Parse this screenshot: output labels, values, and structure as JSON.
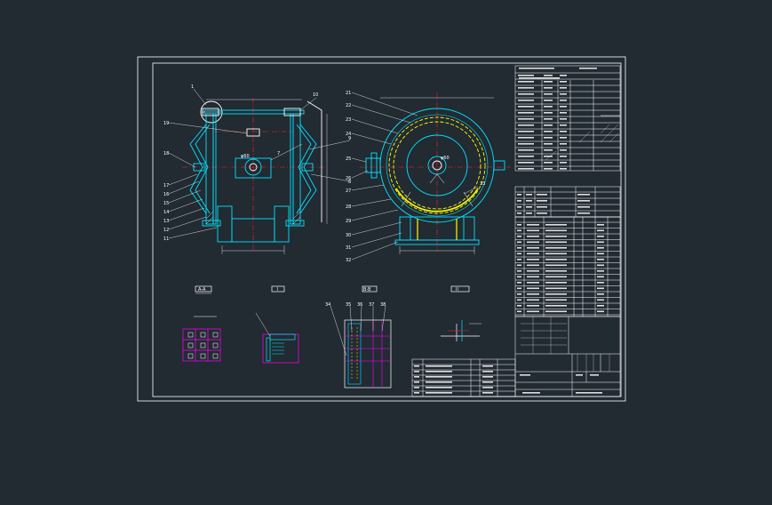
{
  "drawing": {
    "background": "#222a32",
    "colors": {
      "frame": "#ffffff",
      "body": "#00e5ff",
      "hidden": "#ffff00",
      "centerline": "#ff2020",
      "section": "#ff00ff",
      "table_line": "#ffffff",
      "hatch": "#00c8ff"
    }
  },
  "main_view": {
    "center_label": "φ60",
    "part_numbers": [
      "1",
      "19",
      "18",
      "17",
      "16",
      "15",
      "14",
      "13",
      "12",
      "11",
      "10",
      "9",
      "8",
      "7"
    ]
  },
  "side_view": {
    "center_label": "φ60",
    "part_numbers": [
      "21",
      "22",
      "23",
      "24",
      "25",
      "26",
      "27",
      "28",
      "29",
      "30",
      "31",
      "32",
      "33"
    ]
  },
  "details": {
    "A": {
      "title": "A-A"
    },
    "B": {
      "title": "I"
    },
    "C": {
      "title": "B-B"
    },
    "D": {
      "title": "II"
    }
  },
  "callouts_c": [
    "34",
    "35",
    "36",
    "37",
    "38"
  ]
}
